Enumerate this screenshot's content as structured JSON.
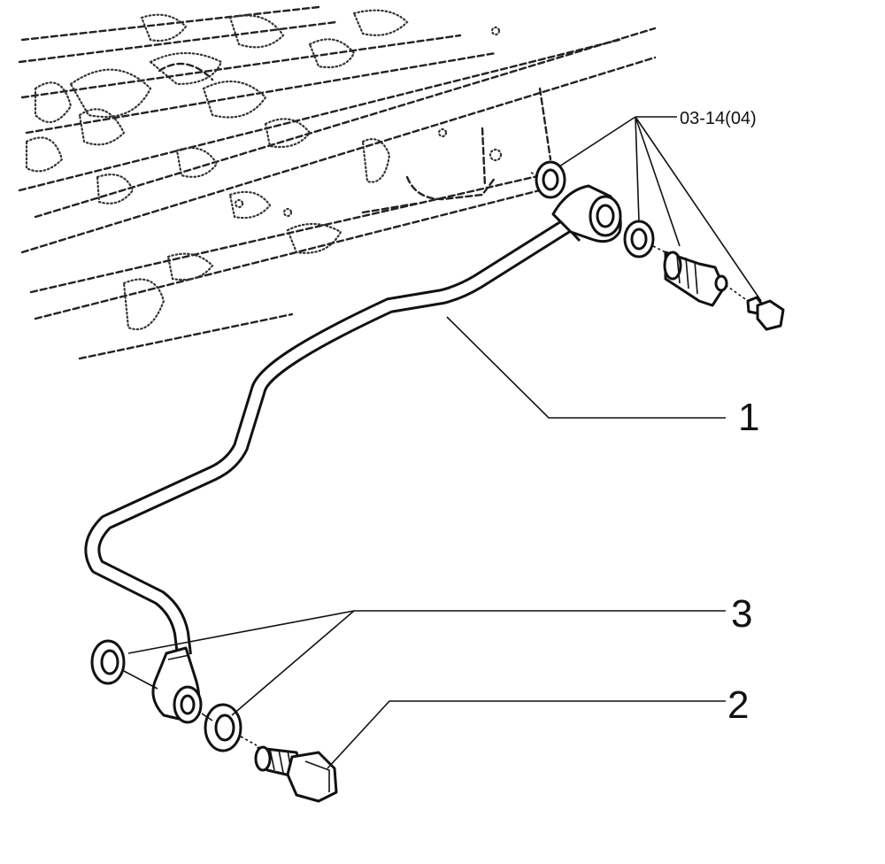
{
  "diagram": {
    "reference_label": "03-14(04)",
    "callouts": [
      {
        "id": "1",
        "label": "1",
        "part": "fuel-pipe"
      },
      {
        "id": "3",
        "label": "3",
        "part": "sealing-washers"
      },
      {
        "id": "2",
        "label": "2",
        "part": "banjo-bolt"
      }
    ]
  }
}
